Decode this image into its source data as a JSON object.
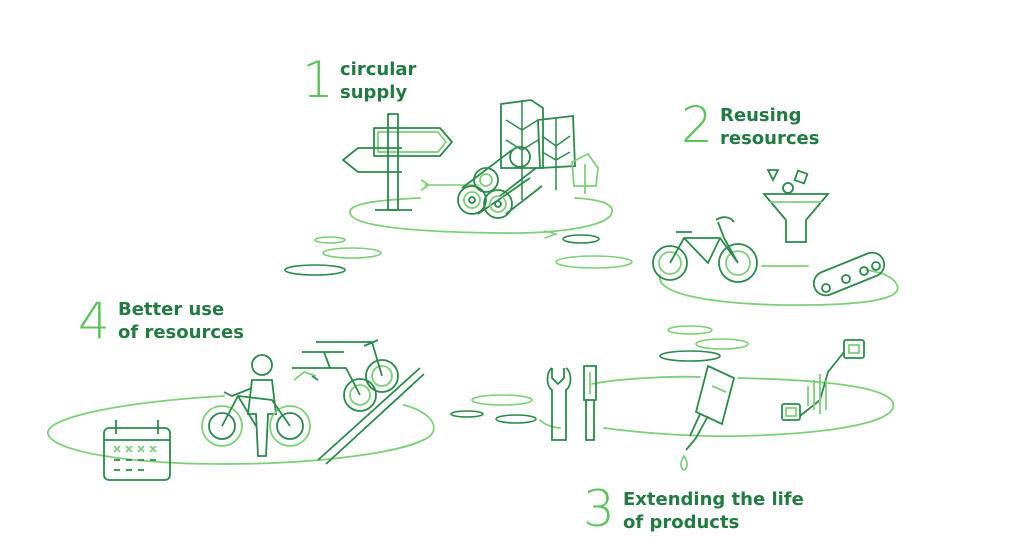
{
  "colors": {
    "number": "#5cc25a",
    "label": "#237a44",
    "line_light": "#7fcf7a",
    "line_dark": "#2c8a4c",
    "background": "#ffffff"
  },
  "steps": [
    {
      "number": "1",
      "label_lines": [
        "circular",
        "supply"
      ],
      "icons": [
        "signpost-icon",
        "logs-icon",
        "trees-icon"
      ]
    },
    {
      "number": "2",
      "label_lines": [
        "Reusing",
        "resources"
      ],
      "icons": [
        "bicycle-icon",
        "funnel-icon",
        "bike-chain-icon"
      ]
    },
    {
      "number": "3",
      "label_lines": [
        "Extending the life",
        "of products"
      ],
      "icons": [
        "wrench-icon",
        "screwdriver-icon",
        "oil-can-icon",
        "crank-pedal-icon"
      ]
    },
    {
      "number": "4",
      "label_lines": [
        "Better use",
        "of resources"
      ],
      "icons": [
        "calendar-icon",
        "person-with-bike-icon",
        "bike-rack-icon"
      ]
    }
  ]
}
